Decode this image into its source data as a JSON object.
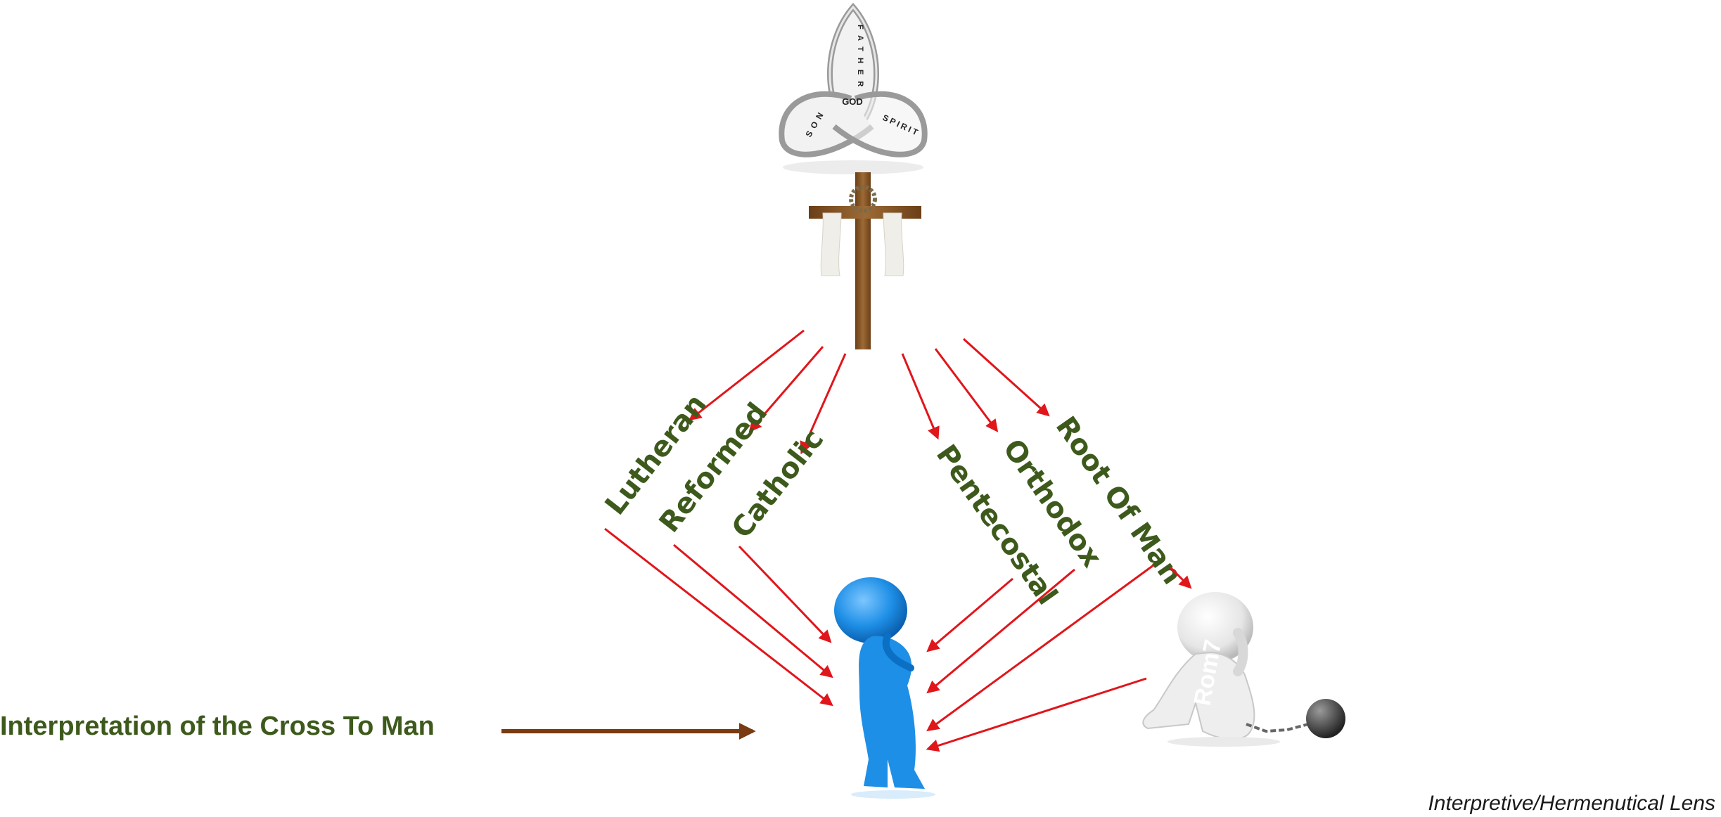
{
  "trinity": {
    "father": "FATHER",
    "son": "SON",
    "spirit": "SPIRIT",
    "god": "GOD"
  },
  "denominations": {
    "lutheran": "Lutheran",
    "reformed": "Reformed",
    "catholic": "Catholic",
    "pentecostal": "Pentecostal",
    "orthodox": "Orthodox",
    "root_of_man": "Root Of Man"
  },
  "figure_label": "Rom7",
  "interpretation_text": "Interpretation of the Cross To Man",
  "caption": "Interpretive/Hermenutical Lens",
  "colors": {
    "arrow": "#e0161b",
    "label": "#3d5a1c",
    "brown_arrow": "#7a3a12",
    "figure_blue": "#1e8fe6",
    "cross_wood": "#8b5a2b"
  }
}
